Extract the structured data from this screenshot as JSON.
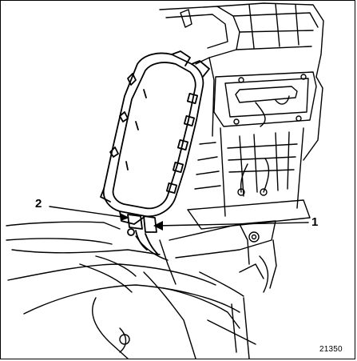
{
  "callouts": [
    {
      "label": "2"
    },
    {
      "label": "1"
    }
  ],
  "reference_number": "21350",
  "colors": {
    "line": "#000000",
    "background": "#ffffff"
  }
}
